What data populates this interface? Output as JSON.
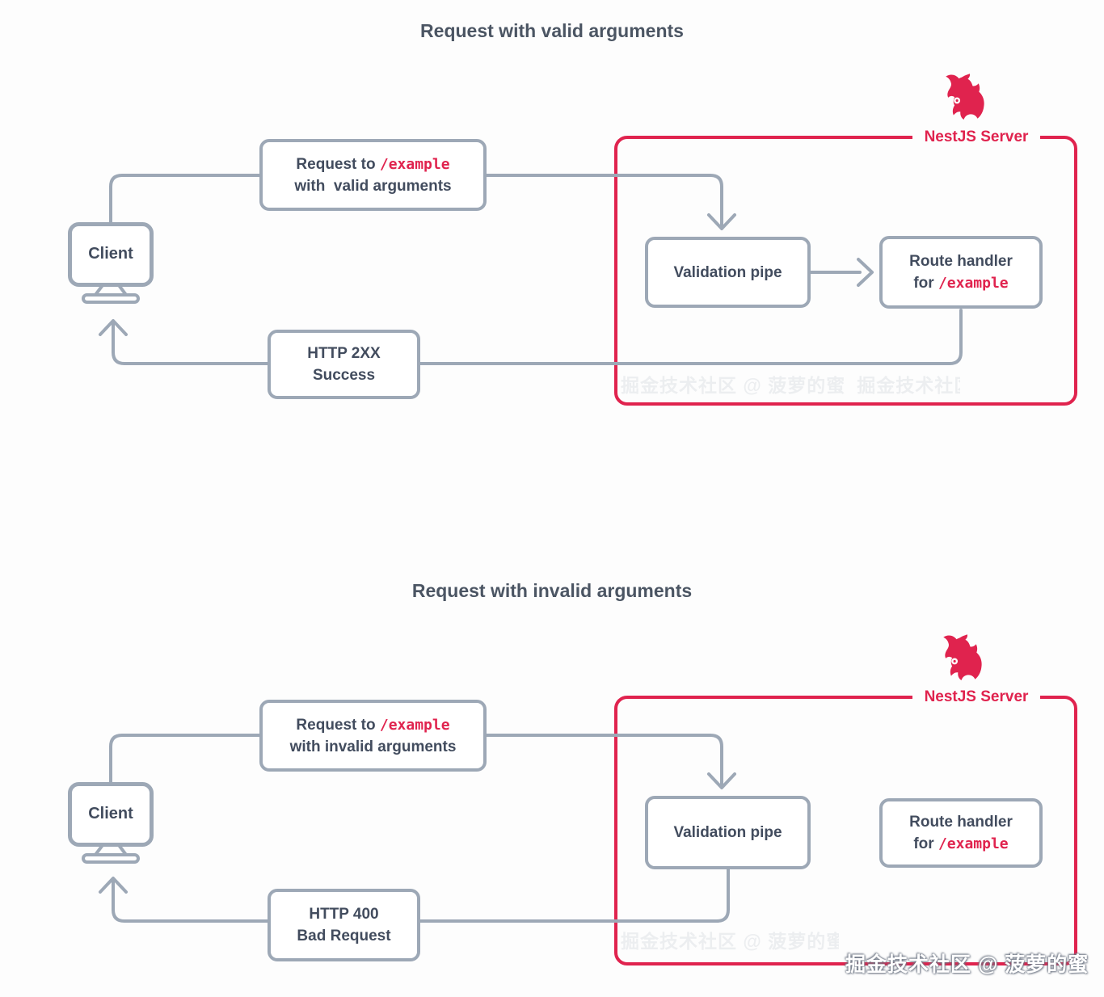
{
  "colors": {
    "accent_red": "#e0234e",
    "line_gray": "#9da8b6",
    "text_dark": "#424c5e"
  },
  "icons": {
    "logo": "nestjs-cat-logo",
    "client": "monitor-icon",
    "arrows": "chevron-arrowheads"
  },
  "watermark": "掘金技术社区 @ 菠萝的蜜",
  "diagrams": [
    {
      "title": "Request with valid arguments",
      "server_label": "NestJS Server",
      "client_label": "Client",
      "request": {
        "prefix": "Request to ",
        "route": "/example",
        "line2": "with  valid arguments"
      },
      "validation_label": "Validation pipe",
      "handler": {
        "line1": "Route handler",
        "prefix": "for ",
        "route": "/example"
      },
      "response": {
        "line1": "HTTP 2XX",
        "line2": "Success"
      }
    },
    {
      "title": "Request with invalid arguments",
      "server_label": "NestJS Server",
      "client_label": "Client",
      "request": {
        "prefix": "Request to ",
        "route": "/example",
        "line2": "with invalid arguments"
      },
      "validation_label": "Validation pipe",
      "handler": {
        "line1": "Route handler",
        "prefix": "for ",
        "route": "/example"
      },
      "response": {
        "line1": "HTTP 400",
        "line2": "Bad Request"
      }
    }
  ]
}
